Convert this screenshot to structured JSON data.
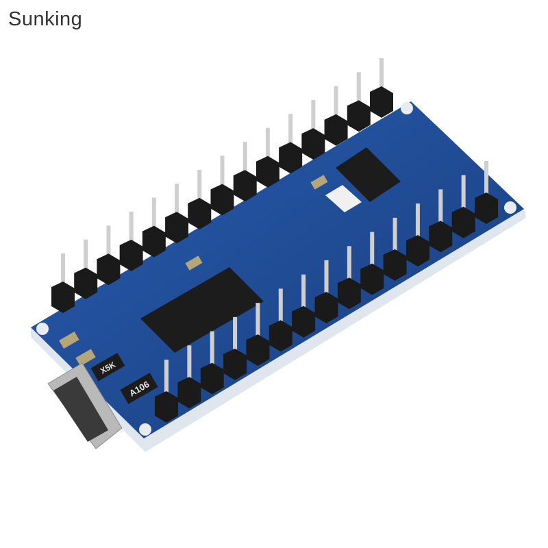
{
  "watermark": "Sunking",
  "photo": {
    "subject": "microcontroller-board",
    "chip_labels": [
      "A106",
      "X5K"
    ],
    "colors": {
      "pcb": "#1f4f9e",
      "pcb_dark": "#173d7d",
      "pcb_edge": "#dfe6ee",
      "header": "#1a1a1a",
      "pin": "#cfcfcf",
      "chip": "#1c1c1c",
      "usb": "#b9b9b9",
      "background": "#ffffff"
    }
  }
}
